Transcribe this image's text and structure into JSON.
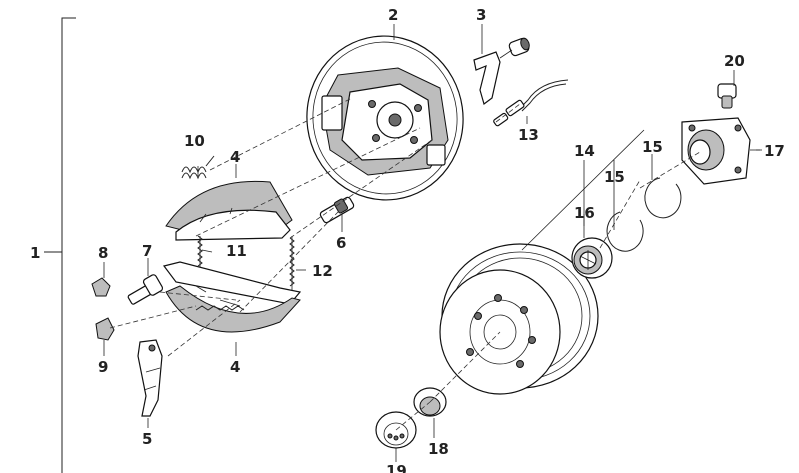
{
  "diagram": {
    "callouts": {
      "c1": "1",
      "c2": "2",
      "c3": "3",
      "c4a": "4",
      "c4b": "4",
      "c5": "5",
      "c6": "6",
      "c7": "7",
      "c8": "8",
      "c9": "9",
      "c10": "10",
      "c11": "11",
      "c12": "12",
      "c13": "13",
      "c14": "14",
      "c15a": "15",
      "c15b": "15",
      "c16": "16",
      "c17": "17",
      "c18": "18",
      "c19": "19",
      "c20": "20"
    }
  }
}
